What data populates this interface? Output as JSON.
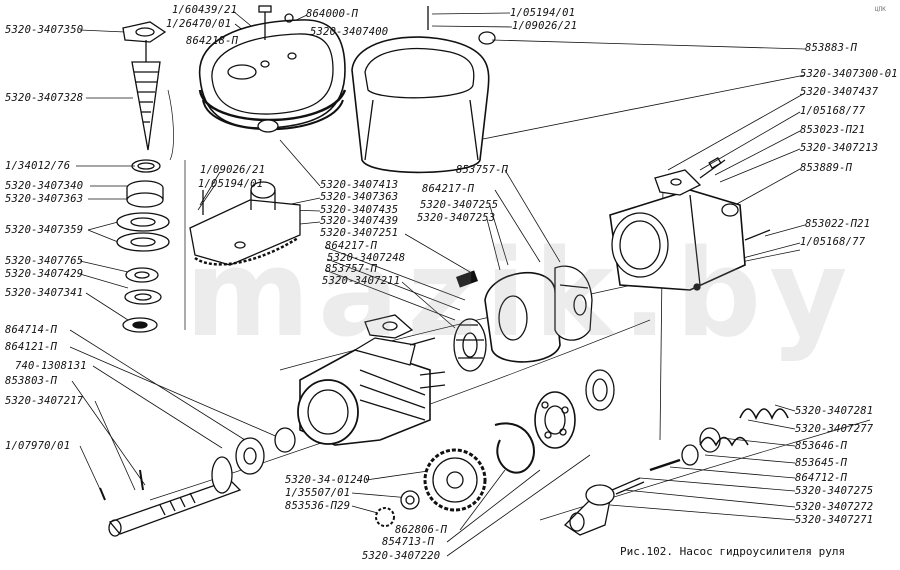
{
  "caption": "Рис.102. Насос гидроусилителя руля",
  "watermark": "mazik.by",
  "corner_mark": "ЦПК",
  "labels": {
    "l_5320_3407350": "5320-3407350",
    "l_1_60439_21": "1/60439/21",
    "l_1_26470_01": "1/26470/01",
    "l_864218": "864218-П",
    "l_864000": "864000-П",
    "l_5320_3407400": "5320-3407400",
    "l_1_05194_01_top": "1/05194/01",
    "l_1_09026_21_top": "1/09026/21",
    "l_853883": "853883-П",
    "l_5320_3407300_01": "5320-3407300-01",
    "l_5320_3407328": "5320-3407328",
    "l_5320_3407437": "5320-3407437",
    "l_1_05168_77_a": "1/05168/77",
    "l_853023": "853023-П21",
    "l_5320_3407213": "5320-3407213",
    "l_1_34012_76": "1/34012/76",
    "l_1_09026_21_mid": "1/09026/21",
    "l_1_05194_01_mid": "1/05194/01",
    "l_853757_a": "853757-П",
    "l_853889": "853889-П",
    "l_5320_3407340": "5320-3407340",
    "l_5320_3407363_left": "5320-3407363",
    "l_5320_3407413": "5320-3407413",
    "l_5320_3407363_mid": "5320-3407363",
    "l_864217_a": "864217-П",
    "l_5320_3407435": "5320-3407435",
    "l_5320_3407255": "5320-3407255",
    "l_5320_3407439": "5320-3407439",
    "l_5320_3407253": "5320-3407253",
    "l_5320_3407359": "5320-3407359",
    "l_5320_3407251": "5320-3407251",
    "l_853022": "853022-П21",
    "l_1_05168_77_b": "1/05168/77",
    "l_864217_b": "864217-П",
    "l_5320_3407248": "5320-3407248",
    "l_853757_b": "853757-П",
    "l_5320_3407211": "5320-3407211",
    "l_5320_3407765": "5320-3407765",
    "l_5320_3407429": "5320-3407429",
    "l_5320_3407341": "5320-3407341",
    "l_864714": "864714-П",
    "l_864121": "864121-П",
    "l_740_1308131": "740-1308131",
    "l_853803": "853803-П",
    "l_5320_3407217": "5320-3407217",
    "l_1_07970_01": "1/07970/01",
    "l_5320_34_01240": "5320-34-01240",
    "l_1_35507_01": "1/35507/01",
    "l_853536": "853536-П29",
    "l_862806": "862806-П",
    "l_854713": "854713-П",
    "l_5320_3407220": "5320-3407220",
    "l_5320_3407281": "5320-3407281",
    "l_5320_3407277": "5320-3407277",
    "l_853646": "853646-П",
    "l_853645": "853645-П",
    "l_864712": "864712-П",
    "l_5320_3407275": "5320-3407275",
    "l_5320_3407272": "5320-3407272",
    "l_5320_3407271": "5320-3407271"
  }
}
